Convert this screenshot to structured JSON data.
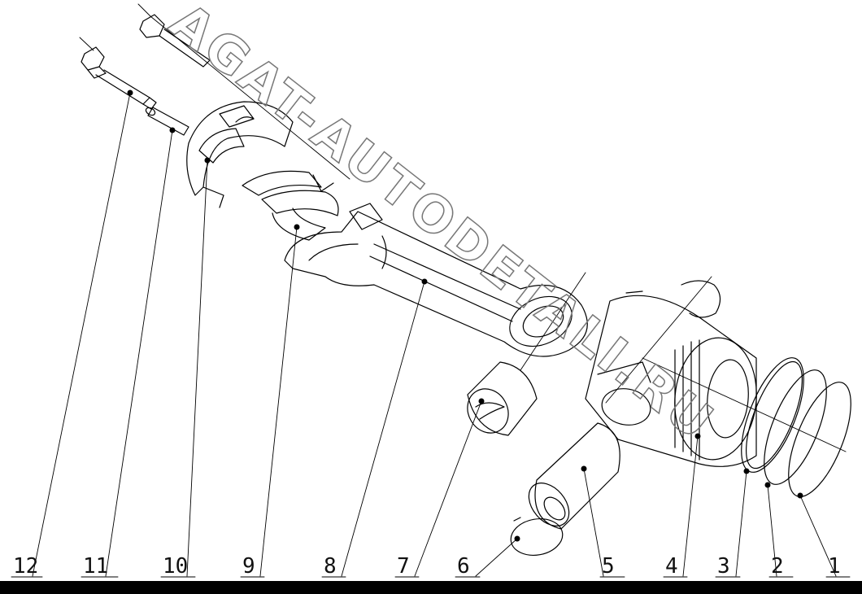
{
  "diagram": {
    "callouts": [
      {
        "id": "1",
        "label": "1"
      },
      {
        "id": "2",
        "label": "2"
      },
      {
        "id": "3",
        "label": "3"
      },
      {
        "id": "4",
        "label": "4"
      },
      {
        "id": "5",
        "label": "5"
      },
      {
        "id": "6",
        "label": "6"
      },
      {
        "id": "7",
        "label": "7"
      },
      {
        "id": "8",
        "label": "8"
      },
      {
        "id": "9",
        "label": "9"
      },
      {
        "id": "10",
        "label": "10"
      },
      {
        "id": "11",
        "label": "11"
      },
      {
        "id": "12",
        "label": "12"
      }
    ],
    "watermark": "AGAT-AUTODETALI.RU"
  }
}
